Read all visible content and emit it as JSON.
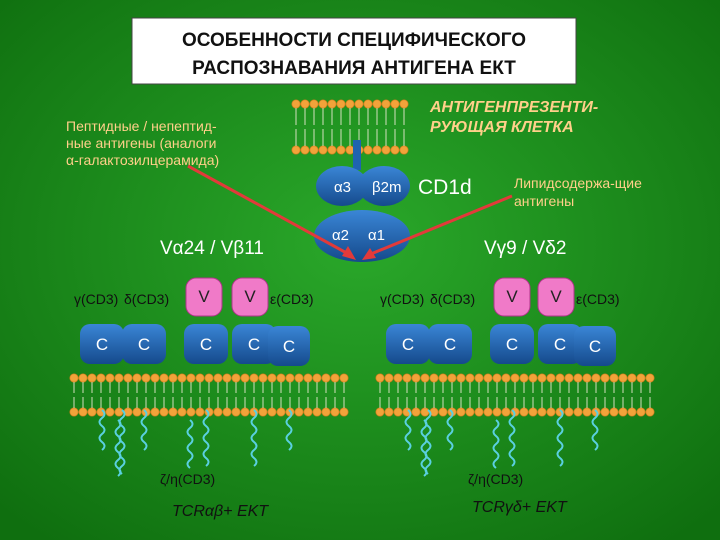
{
  "title": {
    "line1": "ОСОБЕННОСТИ СПЕЦИФИЧЕСКОГО",
    "line2": "РАСПОЗНАВАНИЯ АНТИГЕНА ЕКТ"
  },
  "apc_label": {
    "line1": "АНТИГЕНПРЕЗЕНТИ-",
    "line2": "РУЮЩАЯ КЛЕТКА"
  },
  "peptide_label": {
    "line1": "Пептидные / непептид-",
    "line2": "ные антигены (аналоги",
    "line3": "α-галактозилцерамида)"
  },
  "lipid_label": {
    "line1": "Липидсодержа-щие",
    "line2": "антигены"
  },
  "cd1d": {
    "name": "CD1d",
    "alpha3": "α3",
    "beta2m": "β2m",
    "alpha2": "α2",
    "alpha1": "α1"
  },
  "left_tcr": {
    "chain_label": "Vα24 / Vβ11",
    "gamma_cd3": "γ(CD3)",
    "delta_cd3": "δ(CD3)",
    "epsilon_cd3": "ε(CD3)",
    "v1": "V",
    "v2": "V",
    "c_domains": [
      "C",
      "C",
      "C",
      "C",
      "C"
    ],
    "zeta": "ζ/η(CD3)",
    "cell_label": "TCRαβ+ EKT"
  },
  "right_tcr": {
    "chain_label": "Vγ9 / Vδ2",
    "gamma_cd3": "γ(CD3)",
    "delta_cd3": "δ(CD3)",
    "epsilon_cd3": "ε(CD3)",
    "v1": "V",
    "v2": "V",
    "c_domains": [
      "C",
      "C",
      "C",
      "C",
      "C"
    ],
    "zeta": "ζ/η(CD3)",
    "cell_label": "TCRγδ+ EKT"
  },
  "colors": {
    "background": "#1a8a1a",
    "title_box": "#ffffff",
    "text_dark": "#111111",
    "label_orange": "#ffd08a",
    "lipid_head": "#f2a33a",
    "c_domain": "#1c5fa8",
    "v_domain": "#f07ac8",
    "cd1d_body": "#1f63b0",
    "arrow": "#e23a3a",
    "tail": "#5ad0e0"
  }
}
